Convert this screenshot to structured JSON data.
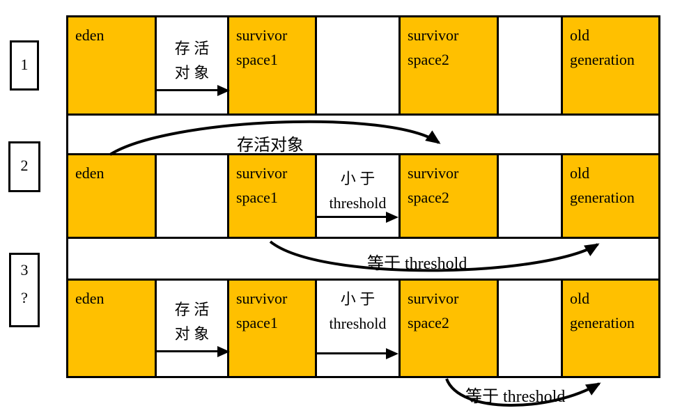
{
  "diagram_title": "minor GC / survivor promotion flow",
  "colors": {
    "block_fill": "#FFC000",
    "border": "#000000",
    "background": "#FFFFFF"
  },
  "steps": [
    {
      "label": "1",
      "sub": ""
    },
    {
      "label": "2",
      "sub": ""
    },
    {
      "label": "3",
      "sub": "?"
    }
  ],
  "grid": {
    "rows": [
      {
        "cells": [
          {
            "name": "eden",
            "lines": [
              "eden",
              ""
            ]
          },
          {
            "name": "surviving-objects",
            "lines": [
              "存 活",
              "对 象"
            ]
          },
          {
            "name": "survivor-space1",
            "lines": [
              "survivor",
              "space1"
            ]
          },
          {
            "name": "gap",
            "lines": [
              "",
              ""
            ]
          },
          {
            "name": "survivor-space2",
            "lines": [
              "survivor",
              "space2"
            ]
          },
          {
            "name": "gap",
            "lines": [
              "",
              ""
            ]
          },
          {
            "name": "old-generation",
            "lines": [
              "old",
              "generation"
            ]
          }
        ]
      },
      {
        "cells": [
          {
            "name": "eden",
            "lines": [
              "eden",
              ""
            ]
          },
          {
            "name": "gap",
            "lines": [
              "",
              ""
            ]
          },
          {
            "name": "survivor-space1",
            "lines": [
              "survivor",
              "space1"
            ]
          },
          {
            "name": "less-than-threshold",
            "lines": [
              "小  于",
              "threshold"
            ]
          },
          {
            "name": "survivor-space2",
            "lines": [
              "survivor",
              "space2"
            ]
          },
          {
            "name": "gap",
            "lines": [
              "",
              ""
            ]
          },
          {
            "name": "old-generation",
            "lines": [
              "old",
              "generation"
            ]
          }
        ]
      },
      {
        "cells": [
          {
            "name": "eden",
            "lines": [
              "eden",
              ""
            ]
          },
          {
            "name": "surviving-objects",
            "lines": [
              "存 活",
              "对 象"
            ]
          },
          {
            "name": "survivor-space1",
            "lines": [
              "survivor",
              "space1"
            ]
          },
          {
            "name": "less-than-threshold",
            "lines": [
              "小  于",
              "threshold"
            ]
          },
          {
            "name": "survivor-space2",
            "lines": [
              "survivor",
              "space2"
            ]
          },
          {
            "name": "gap",
            "lines": [
              "",
              ""
            ]
          },
          {
            "name": "old-generation",
            "lines": [
              "old",
              "generation"
            ]
          }
        ]
      }
    ]
  },
  "flow_labels": {
    "band1": "存活对象",
    "band2": "等于 threshold",
    "bottom": "等于 threshold"
  }
}
